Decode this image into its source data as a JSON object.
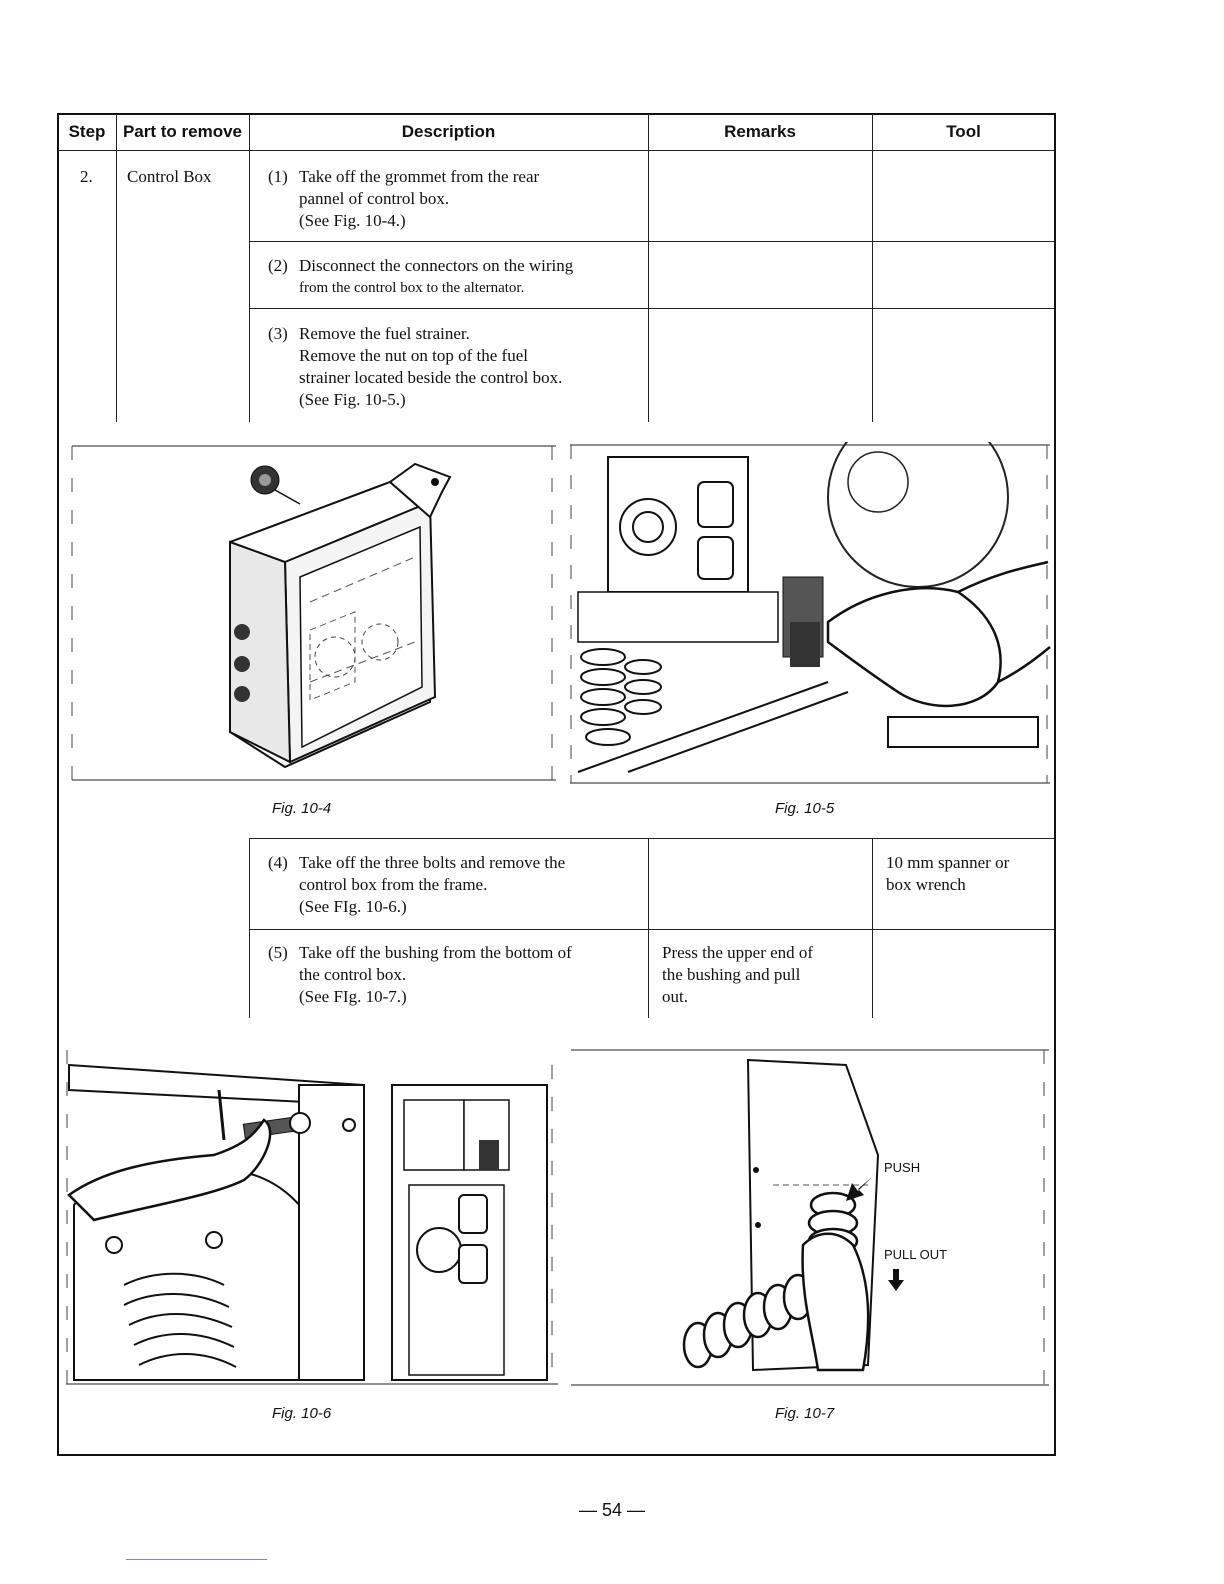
{
  "table": {
    "headers": {
      "step": "Step",
      "part": "Part to remove",
      "description": "Description",
      "remarks": "Remarks",
      "tool": "Tool"
    },
    "step": "2.",
    "part": "Control Box",
    "items": [
      {
        "num": "(1)",
        "lines": [
          "Take off the grommet from the rear",
          "pannel of control box.",
          "(See Fig. 10-4.)"
        ],
        "remarks": "",
        "tool": ""
      },
      {
        "num": "(2)",
        "lines": [
          "Disconnect the connectors on the wiring",
          "from the control box to the alternator."
        ],
        "remarks": "",
        "tool": ""
      },
      {
        "num": "(3)",
        "lines": [
          "Remove the fuel strainer.",
          "Remove the nut on top of the fuel",
          "strainer located beside the control box.",
          "(See Fig. 10-5.)"
        ],
        "remarks": "",
        "tool": ""
      },
      {
        "num": "(4)",
        "lines": [
          "Take off the three bolts and remove the",
          "control box from the frame.",
          "(See FIg. 10-6.)"
        ],
        "remarks": "",
        "tool_lines": [
          "10 mm spanner or",
          "box wrench"
        ]
      },
      {
        "num": "(5)",
        "lines": [
          "Take off the bushing from the bottom of",
          "the control box.",
          "(See FIg. 10-7.)"
        ],
        "remarks_lines": [
          "Press the upper end of",
          "the bushing and pull",
          "out."
        ],
        "tool": ""
      }
    ]
  },
  "figures": {
    "fig_10_4": "Fig. 10-4",
    "fig_10_5": "Fig. 10-5",
    "fig_10_6": "Fig. 10-6",
    "fig_10_7": "Fig. 10-7",
    "push_label": "PUSH",
    "pull_out_label": "PULL OUT"
  },
  "page_number": "— 54 —"
}
